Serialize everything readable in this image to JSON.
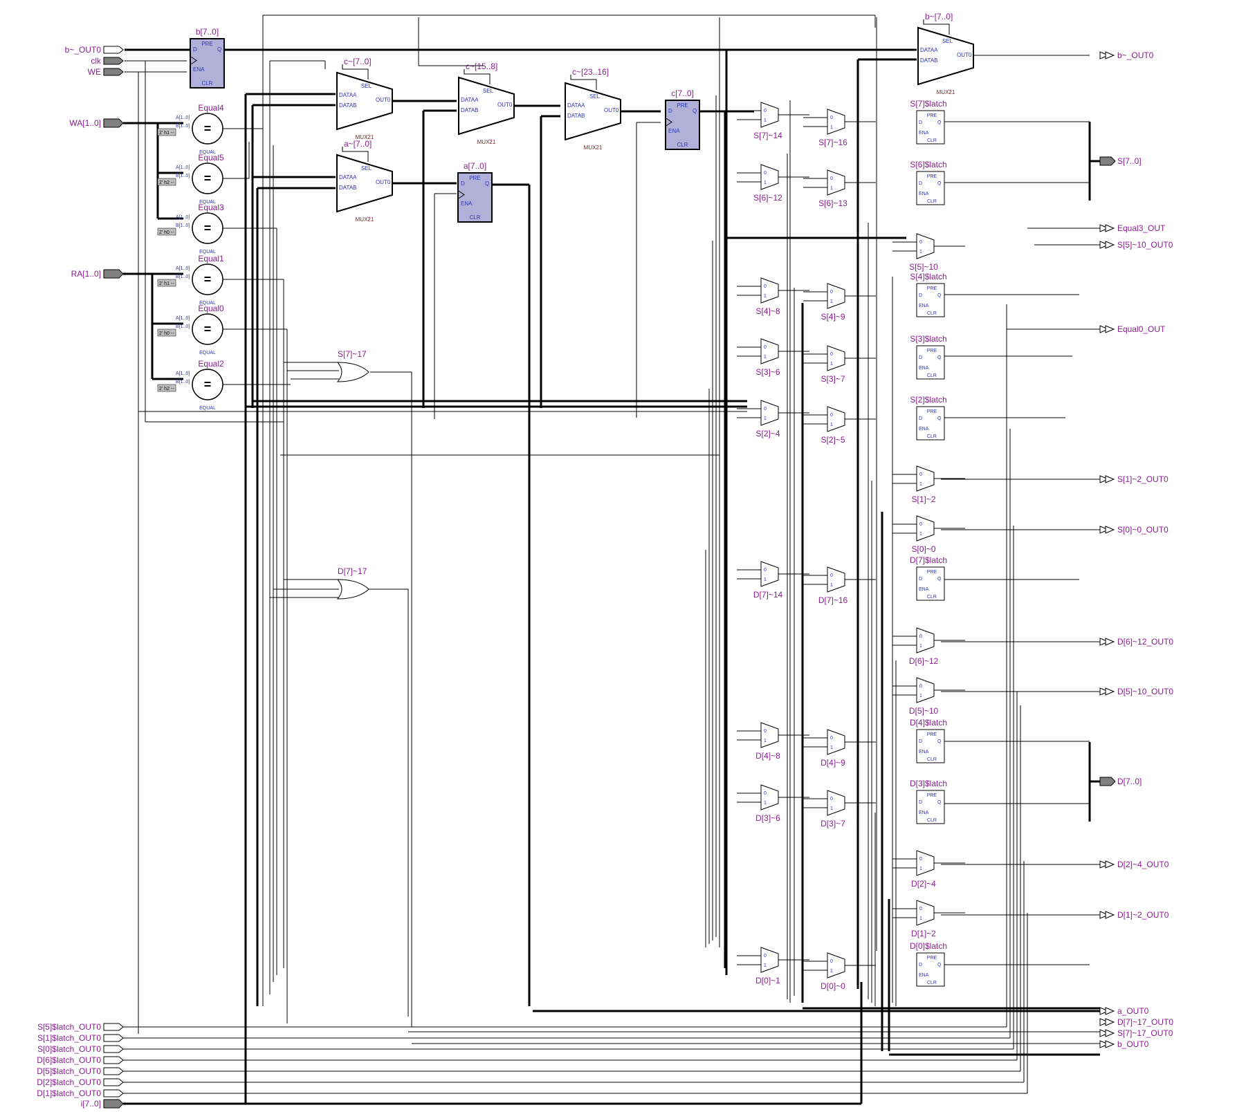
{
  "inputs_top": [
    "b~_OUT0",
    "clk",
    "WE"
  ],
  "bus_inputs": [
    "WA[1..0]",
    "RA[1..0]"
  ],
  "inputs_bottom": [
    "S[5]$latch_OUT0",
    "S[1]$latch_OUT0",
    "S[0]$latch_OUT0",
    "D[6]$latch_OUT0",
    "D[5]$latch_OUT0",
    "D[2]$latch_OUT0",
    "D[1]$latch_OUT0"
  ],
  "bus_input_bottom": "i[7..0]",
  "registers": {
    "b": {
      "name": "b[7..0]",
      "pre": "PRE",
      "d": "D",
      "q": "Q",
      "ena": "ENA",
      "clr": "CLR"
    },
    "a": {
      "name": "a[7..0]",
      "pre": "PRE",
      "d": "D",
      "q": "Q",
      "ena": "ENA",
      "clr": "CLR"
    },
    "c": {
      "name": "c[7..0]",
      "pre": "PRE",
      "d": "D",
      "q": "Q",
      "ena": "ENA",
      "clr": "CLR"
    }
  },
  "big_muxes": [
    {
      "name": "c~[7..0]",
      "type": "MUX21"
    },
    {
      "name": "a~[7..0]",
      "type": "MUX21"
    },
    {
      "name": "c~[15..8]",
      "type": "MUX21"
    },
    {
      "name": "c~[23..16]",
      "type": "MUX21"
    },
    {
      "name": "b~[7..0]",
      "type": "MUX21"
    }
  ],
  "mux_pins": {
    "sel": "SEL",
    "dataa": "DATAA",
    "datab": "DATAB",
    "out": "OUT0"
  },
  "comparators": [
    {
      "name": "Equal4",
      "const": "2' h1 --",
      "type": "EQUAL"
    },
    {
      "name": "Equal5",
      "const": "2' h2 --",
      "type": "EQUAL"
    },
    {
      "name": "Equal3",
      "const": "2' h0 --",
      "type": "EQUAL"
    },
    {
      "name": "Equal1",
      "const": "2' h1 --",
      "type": "EQUAL"
    },
    {
      "name": "Equal0",
      "const": "2' h0 --",
      "type": "EQUAL"
    },
    {
      "name": "Equal2",
      "const": "2' h2 --",
      "type": "EQUAL"
    }
  ],
  "cmp_pins": {
    "a": "A[1..0]",
    "b": "B[1..0]",
    "symbol": "="
  },
  "or_gates": [
    "S[7]~17",
    "D[7]~17"
  ],
  "small_mux_col1": [
    "S[7]~14",
    "S[6]~12",
    "S[4]~8",
    "S[3]~6",
    "S[2]~4",
    "D[7]~14",
    "D[4]~8",
    "D[3]~6",
    "D[0]~1"
  ],
  "small_mux_col2": [
    "S[7]~16",
    "S[6]~13",
    "S[4]~9",
    "S[3]~7",
    "S[2]~5",
    "D[7]~16",
    "D[4]~9",
    "D[3]~7",
    "D[0]~0"
  ],
  "small_mux_col3": [
    "S[5]~10",
    "S[1]~2",
    "S[0]~0",
    "D[6]~12",
    "D[5]~10",
    "D[2]~4",
    "D[1]~2"
  ],
  "latches": [
    "S[7]$latch",
    "S[6]$latch",
    "S[4]$latch",
    "S[3]$latch",
    "S[2]$latch",
    "D[7]$latch",
    "D[4]$latch",
    "D[3]$latch",
    "D[0]$latch"
  ],
  "latch_pins": {
    "pre": "PRE",
    "d": "D",
    "q": "Q",
    "ena": "ENA",
    "clr": "CLR"
  },
  "smux_pins": {
    "zero": "0",
    "one": "1"
  },
  "outputs": [
    "b~_OUT0",
    "Equal3_OUT",
    "S[5]~10_OUT0",
    "Equal0_OUT",
    "S[1]~2_OUT0",
    "S[0]~0_OUT0",
    "D[6]~12_OUT0",
    "D[5]~10_OUT0",
    "D[2]~4_OUT0",
    "D[1]~2_OUT0",
    "a_OUT0",
    "D[7]~17_OUT0",
    "S[7]~17_OUT0",
    "b_OUT0"
  ],
  "bus_outputs": [
    "S[7..0]",
    "D[7..0]"
  ],
  "colors": {
    "label": "#8a1f8f",
    "pin_text": "#2b36b8",
    "block_fill": "#b0b0d8",
    "wire": "#000000"
  }
}
